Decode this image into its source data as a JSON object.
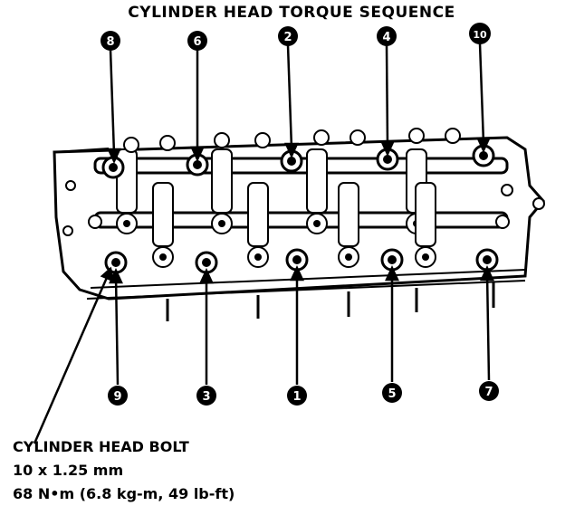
{
  "title": "CYLINDER HEAD TORQUE SEQUENCE",
  "callouts": {
    "top": [
      "8",
      "6",
      "2",
      "4",
      "10"
    ],
    "bottom": [
      "9",
      "3",
      "1",
      "5",
      "7"
    ]
  },
  "spec": {
    "name": "CYLINDER HEAD BOLT",
    "size": "10 x 1.25 mm",
    "torque": "68 N•m (6.8 kg-m, 49 lb-ft)"
  }
}
